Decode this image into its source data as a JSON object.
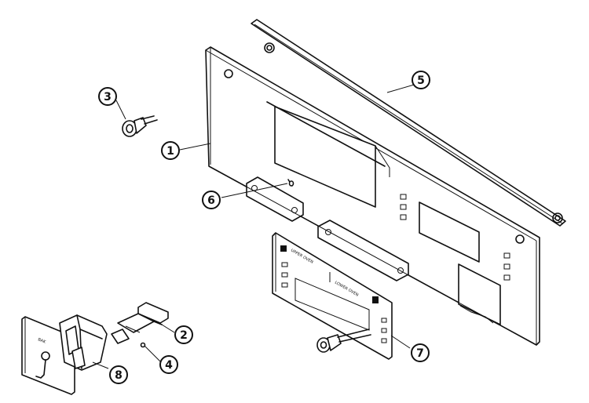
{
  "callouts": [
    {
      "number": "1",
      "part": "control panel"
    },
    {
      "number": "2",
      "part": "switch"
    },
    {
      "number": "3",
      "part": "knob"
    },
    {
      "number": "4",
      "part": "screw"
    },
    {
      "number": "5",
      "part": "trim strip"
    },
    {
      "number": "6",
      "part": "screw"
    },
    {
      "number": "7",
      "part": "overlay"
    },
    {
      "number": "8",
      "part": "switch assembly"
    }
  ],
  "overlay_labels": {
    "upper_oven": "UPPER OVEN",
    "lower_oven": "LOWER OVEN"
  },
  "switch_label": "BAK"
}
